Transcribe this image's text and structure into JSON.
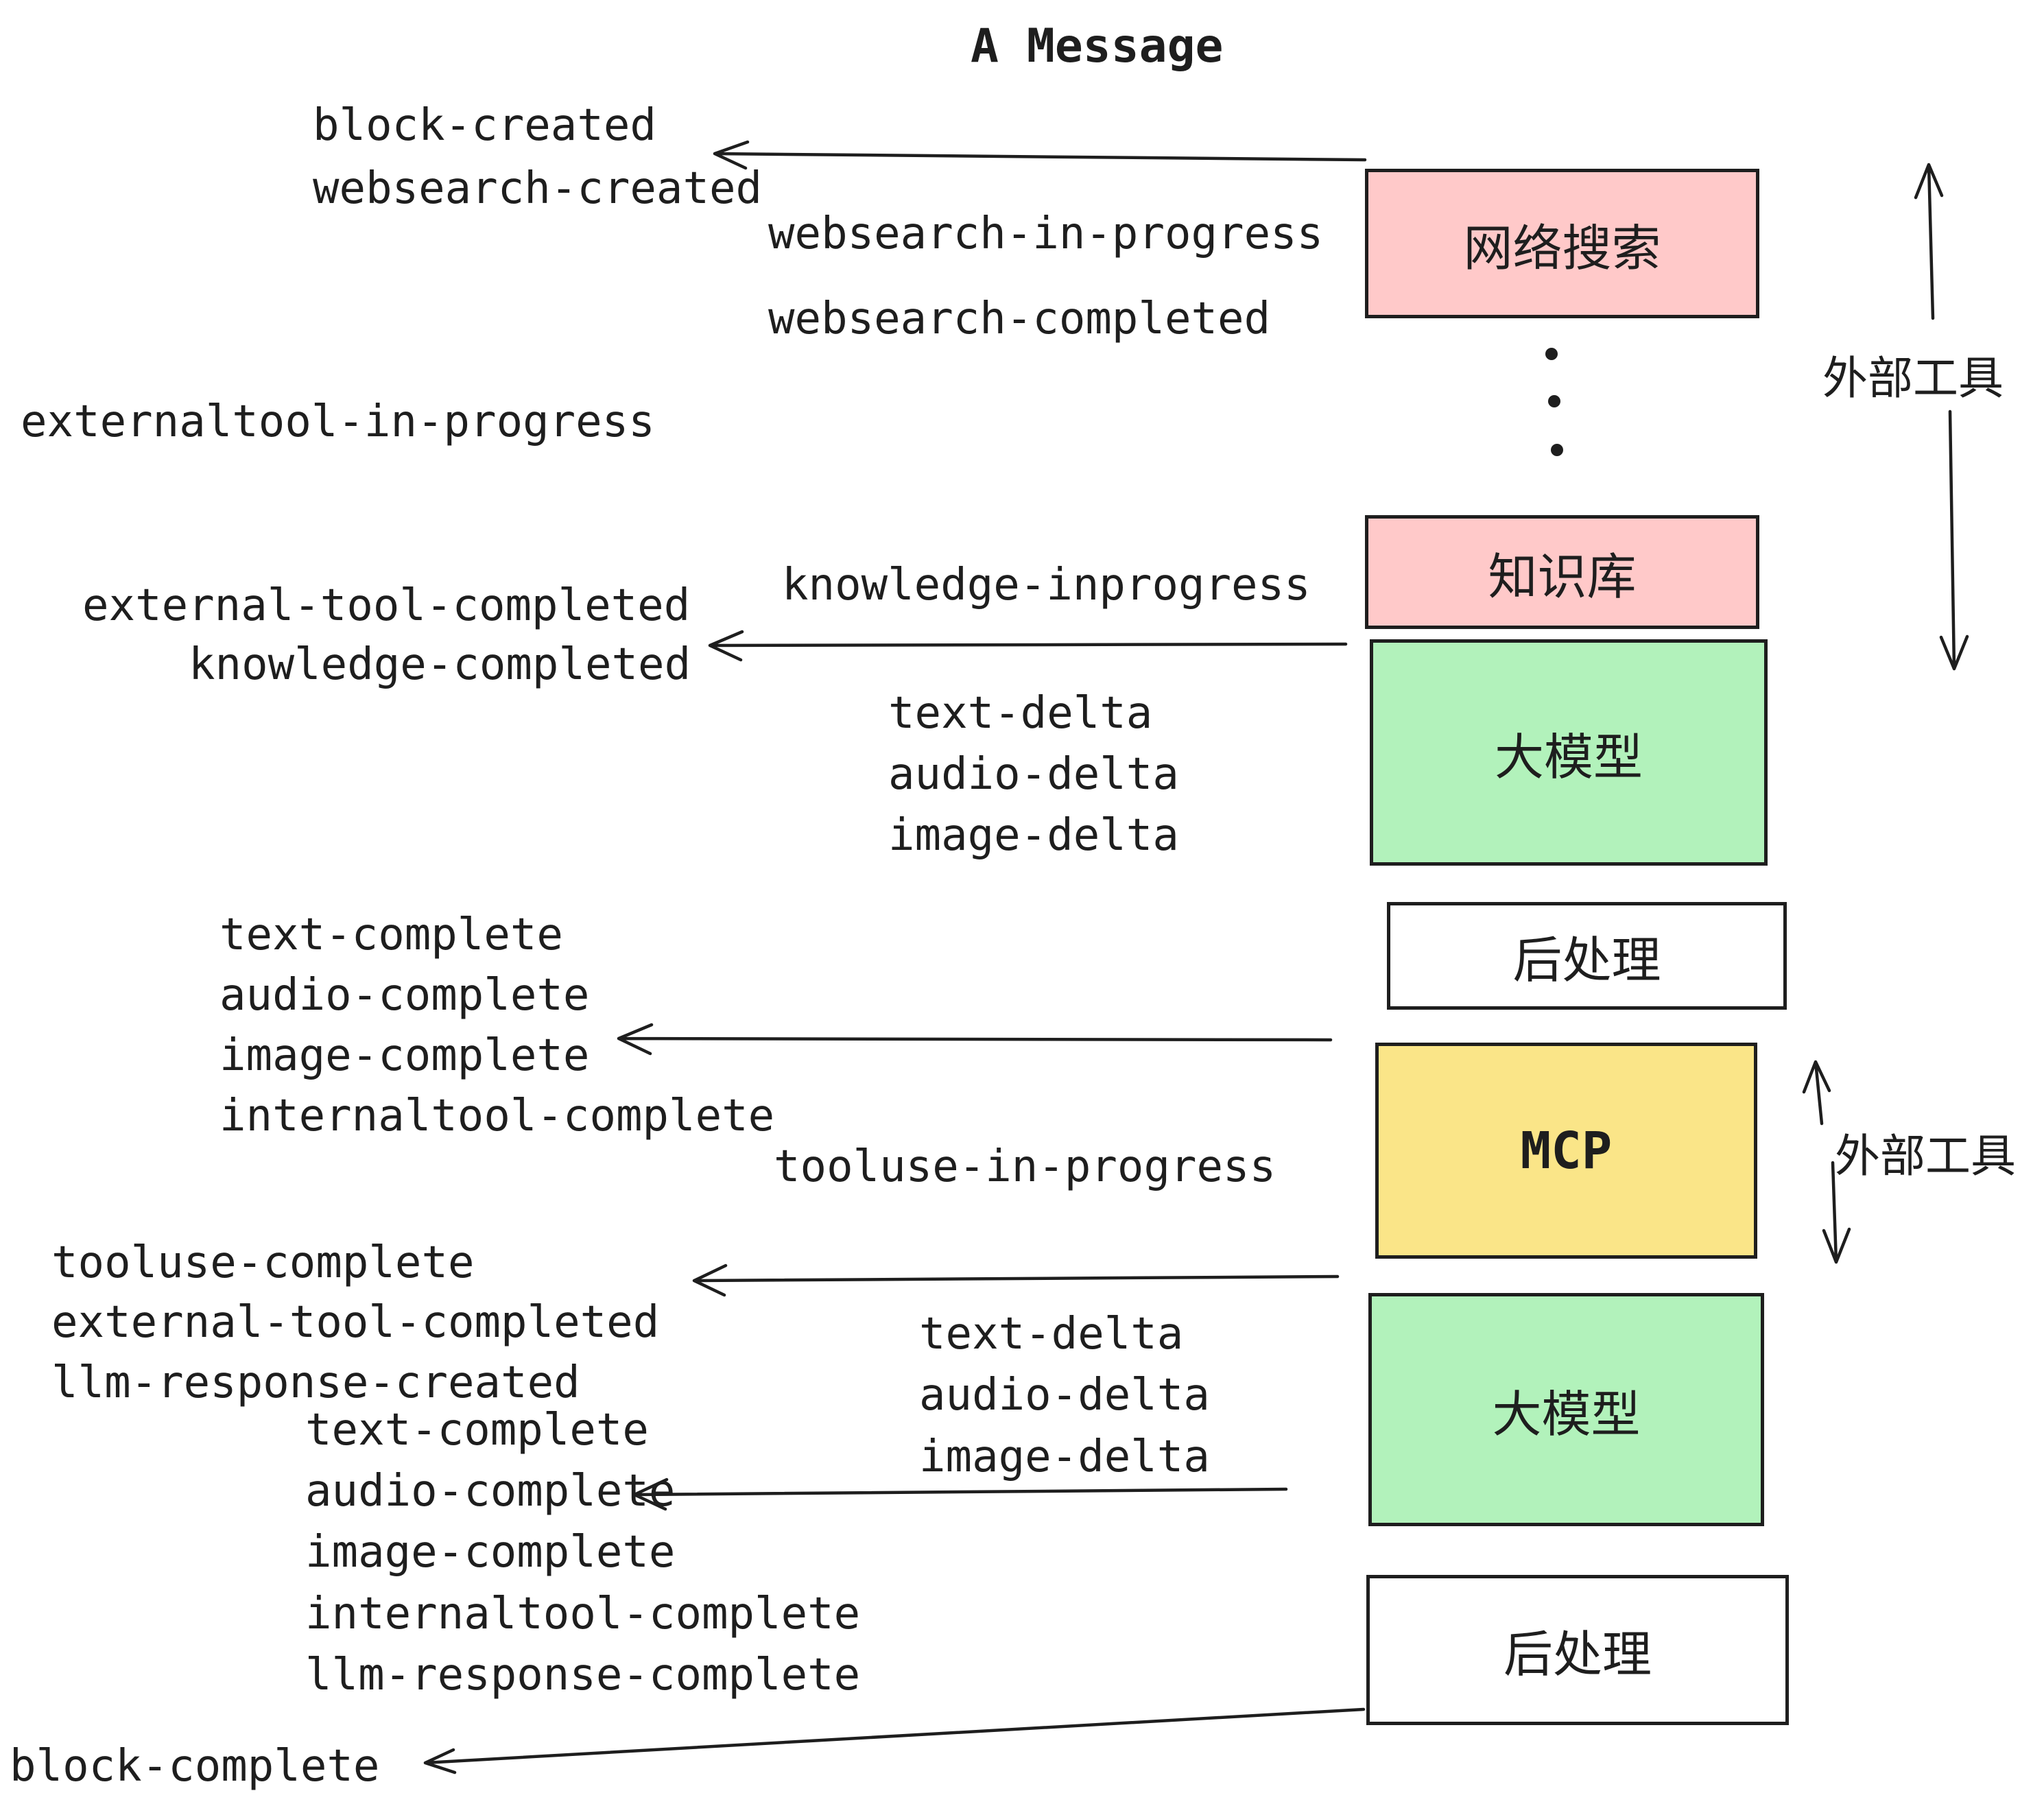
{
  "title": "A Message",
  "colors": {
    "pink": "#ffc9c9",
    "green": "#b2f2bb",
    "yellow": "#fae588",
    "white": "#ffffff",
    "border": "#1e1e1e",
    "text": "#1e1e1e"
  },
  "boxes": [
    {
      "id": "websearch",
      "label": "网络搜索",
      "color": "#ffc9c9"
    },
    {
      "id": "knowledge",
      "label": "知识库",
      "color": "#ffc9c9"
    },
    {
      "id": "llm-1",
      "label": "大模型",
      "color": "#b2f2bb"
    },
    {
      "id": "post-1",
      "label": "后处理",
      "color": "#ffffff"
    },
    {
      "id": "mcp",
      "label": "MCP",
      "color": "#fae588"
    },
    {
      "id": "llm-2",
      "label": "大模型",
      "color": "#b2f2bb"
    },
    {
      "id": "post-2",
      "label": "后处理",
      "color": "#ffffff"
    }
  ],
  "side_labels": [
    {
      "id": "external-tools-top",
      "label": "外部工具"
    },
    {
      "id": "external-tools-mcp",
      "label": "外部工具"
    }
  ],
  "events": [
    {
      "id": "block-created",
      "label": "block-created"
    },
    {
      "id": "websearch-created",
      "label": "websearch-created"
    },
    {
      "id": "websearch-in-progress",
      "label": "websearch-in-progress"
    },
    {
      "id": "websearch-completed",
      "label": "websearch-completed"
    },
    {
      "id": "externaltool-in-progress",
      "label": "externaltool-in-progress"
    },
    {
      "id": "knowledge-inprogress",
      "label": "knowledge-inprogress"
    },
    {
      "id": "external-tool-completed-1",
      "label": "external-tool-completed"
    },
    {
      "id": "knowledge-completed",
      "label": "knowledge-completed"
    },
    {
      "id": "text-delta-1",
      "label": "text-delta"
    },
    {
      "id": "audio-delta-1",
      "label": "audio-delta"
    },
    {
      "id": "image-delta-1",
      "label": "image-delta"
    },
    {
      "id": "text-complete-1",
      "label": "text-complete"
    },
    {
      "id": "audio-complete-1",
      "label": "audio-complete"
    },
    {
      "id": "image-complete-1",
      "label": "image-complete"
    },
    {
      "id": "internaltool-complete-1",
      "label": "internaltool-complete"
    },
    {
      "id": "tooluse-in-progress",
      "label": "tooluse-in-progress"
    },
    {
      "id": "tooluse-complete",
      "label": "tooluse-complete"
    },
    {
      "id": "external-tool-completed-2",
      "label": "external-tool-completed"
    },
    {
      "id": "llm-response-created",
      "label": "llm-response-created"
    },
    {
      "id": "text-complete-2",
      "label": "text-complete"
    },
    {
      "id": "audio-complete-2",
      "label": "audio-complete"
    },
    {
      "id": "image-complete-2",
      "label": "image-complete"
    },
    {
      "id": "internaltool-complete-2",
      "label": "internaltool-complete"
    },
    {
      "id": "llm-response-complete",
      "label": "llm-response-complete"
    },
    {
      "id": "block-complete",
      "label": "block-complete"
    },
    {
      "id": "text-delta-2",
      "label": "text-delta"
    },
    {
      "id": "audio-delta-2",
      "label": "audio-delta"
    },
    {
      "id": "image-delta-2",
      "label": "image-delta"
    }
  ]
}
